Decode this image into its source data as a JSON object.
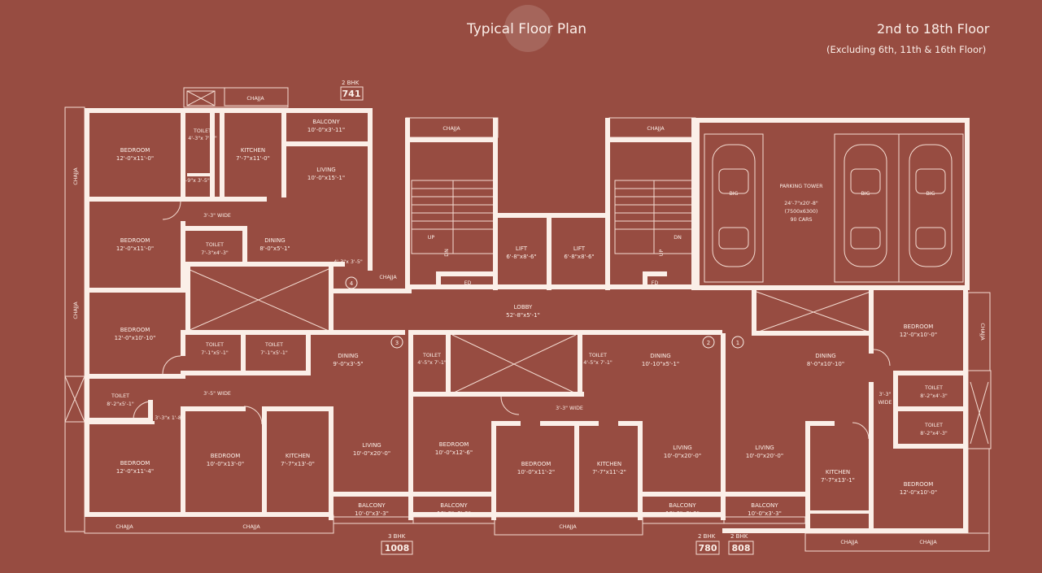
{
  "header": {
    "title": "Typical Floor Plan",
    "floors": "2nd to 18th Floor",
    "note": "(Excluding 6th, 11th & 16th Floor)"
  },
  "units": [
    {
      "type": "2 BHK",
      "area": "741"
    },
    {
      "type": "3 BHK",
      "area": "1008"
    },
    {
      "type": "2 BHK",
      "area": "780"
    },
    {
      "type": "2 BHK",
      "area": "808"
    }
  ],
  "unit_numbers": [
    "4",
    "3",
    "2",
    "1"
  ],
  "rooms": [
    {
      "name": "BEDROOM",
      "size": "12'-0\"x11'-0\""
    },
    {
      "name": "TOILET",
      "size": "4'-3\"x 7'-1\""
    },
    {
      "name": "KITCHEN",
      "size": "7'-7\"x11'-0\""
    },
    {
      "name": "BALCONY",
      "size": "10'-0\"x3'-11\""
    },
    {
      "name": "LIVING",
      "size": "10'-0\"x15'-1\""
    },
    {
      "name": "",
      "size": "4'-9\"x 3'-5\""
    },
    {
      "name": "BEDROOM",
      "size": "12'-0\"x11'-0\""
    },
    {
      "name": "TOILET",
      "size": "7'-3\"x4'-3\""
    },
    {
      "name": "DINING",
      "size": "8'-0\"x5'-1\""
    },
    {
      "name": "",
      "size": "4'-3\"x 3'-5\""
    },
    {
      "name": "BEDROOM",
      "size": "12'-0\"x10'-10\""
    },
    {
      "name": "TOILET",
      "size": "7'-1\"x5'-1\""
    },
    {
      "name": "TOILET",
      "size": "7'-1\"x5'-1\""
    },
    {
      "name": "DINING",
      "size": "9'-0\"x3'-5\""
    },
    {
      "name": "TOILET",
      "size": "8'-2\"x5'-1\""
    },
    {
      "name": "",
      "size": "3'-3\"x 1'-8\""
    },
    {
      "name": "BEDROOM",
      "size": "12'-0\"x11'-4\""
    },
    {
      "name": "BEDROOM",
      "size": "10'-0\"x13'-0\""
    },
    {
      "name": "KITCHEN",
      "size": "7'-7\"x13'-0\""
    },
    {
      "name": "LIVING",
      "size": "10'-0\"x20'-0\""
    },
    {
      "name": "BALCONY",
      "size": "10'-0\"x3'-3\""
    },
    {
      "name": "TOILET",
      "size": "4'-5\"x 7'-1\""
    },
    {
      "name": "BEDROOM",
      "size": "10'-0\"x12'-6\""
    },
    {
      "name": "BALCONY",
      "size": "10'-0\"x3'-3\""
    },
    {
      "name": "TOILET",
      "size": "4'-5\"x 7'-1\""
    },
    {
      "name": "BEDROOM",
      "size": "10'-0\"x11'-2\""
    },
    {
      "name": "KITCHEN",
      "size": "7'-7\"x11'-2\""
    },
    {
      "name": "DINING",
      "size": "10'-10\"x5'-1\""
    },
    {
      "name": "LIVING",
      "size": "10'-0\"x20'-0\""
    },
    {
      "name": "BALCONY",
      "size": "10'-0\"x3'-3\""
    },
    {
      "name": "LIFT",
      "size": "6'-8\"x8'-6\""
    },
    {
      "name": "LIFT",
      "size": "6'-8\"x8'-6\""
    },
    {
      "name": "LOBBY",
      "size": "52'-8\"x5'-1\""
    },
    {
      "name": "PARKING TOWER",
      "size": "24'-7\"x20'-8\""
    },
    {
      "name": "DINING",
      "size": "8'-0\"x10'-10\""
    },
    {
      "name": "LIVING",
      "size": "10'-0\"x20'-0\""
    },
    {
      "name": "BALCONY",
      "size": "10'-0\"x3'-3\""
    },
    {
      "name": "KITCHEN",
      "size": "7'-7\"x13'-1\""
    },
    {
      "name": "BEDROOM",
      "size": "12'-0\"x10'-0\""
    },
    {
      "name": "TOILET",
      "size": "8'-2\"x4'-3\""
    },
    {
      "name": "TOILET",
      "size": "8'-2\"x4'-3\""
    },
    {
      "name": "BEDROOM",
      "size": "12'-0\"x10'-0\""
    }
  ],
  "parking": {
    "spec": "(7500x6300)",
    "capacity": "90 CARS",
    "car_label": "BIG"
  },
  "labels": {
    "chajja": "CHAJJA",
    "wide_33": "3'-3\" WIDE",
    "wide_35": "3'-5\" WIDE",
    "wide_33_right": "3'-3\"",
    "wide_right_2": "WIDE",
    "up": "UP",
    "dn": "DN",
    "ed": "ED",
    "fd": "FD"
  }
}
